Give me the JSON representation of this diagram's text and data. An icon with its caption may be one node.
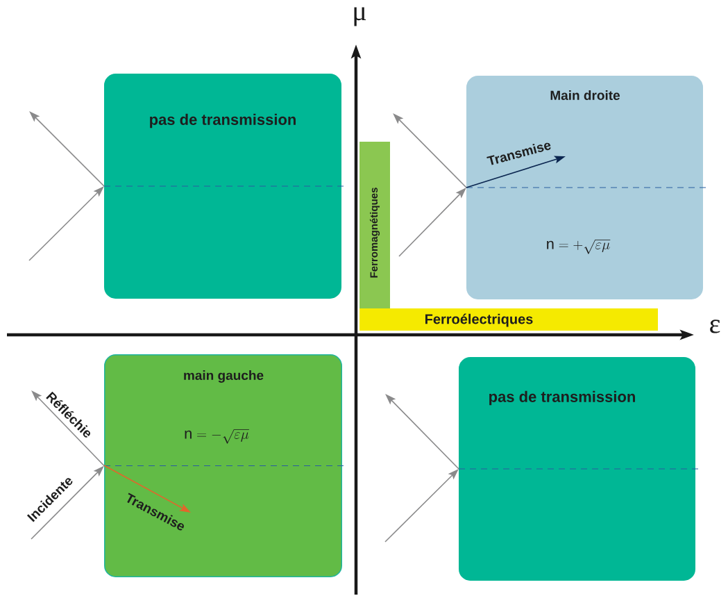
{
  "diagram": {
    "nodes": [
      {
        "text": [
          "pas de transmission"
        ]
      },
      {
        "text": [
          "Ferromagnétiques"
        ]
      },
      {
        "text": [
          "Main droite",
          "\\mathrm{n}=+\\sqrt{\\varepsilon\\mu}"
        ]
      },
      {
        "text": [
          "Ferroélectriques"
        ]
      },
      {
        "text": [
          "main gauche",
          "\\mathrm{n}=-\\sqrt{\\varepsilon\\mu}"
        ]
      },
      {
        "text": [
          "pas de transmission"
        ]
      }
    ],
    "edges": [
      {
        "from": null,
        "to": 0,
        "arrow": "to"
      },
      {
        "from": 0,
        "to": null,
        "arrow": "to"
      },
      {
        "from": null,
        "to": 2,
        "arrow": "to"
      },
      {
        "from": 2,
        "to": null,
        "arrow": "to"
      },
      {
        "from": null,
        "to": 4,
        "arrow": "to",
        "label": "Incidente"
      },
      {
        "from": 4,
        "to": null,
        "arrow": "to",
        "label": "Réfléchie"
      },
      {
        "from": null,
        "to": 5,
        "arrow": "to"
      },
      {
        "from": 5,
        "to": null,
        "arrow": "to"
      }
    ],
    "labels": [
      "μ",
      "Transmise",
      "ε",
      "Transmise"
    ]
  }
}
